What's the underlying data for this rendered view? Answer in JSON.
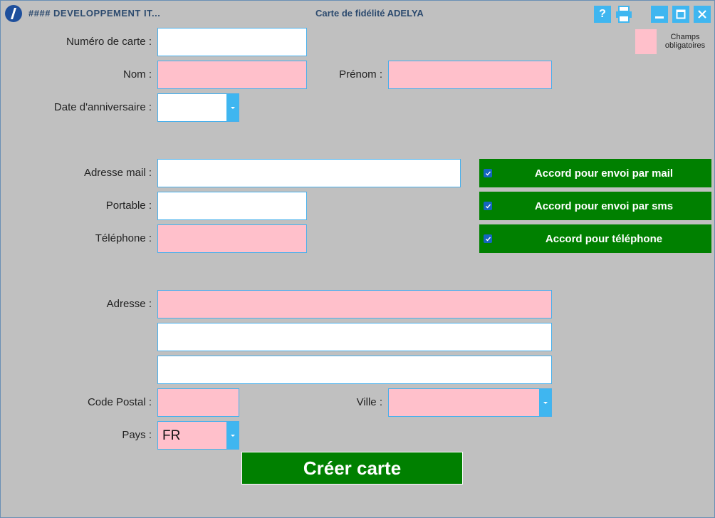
{
  "titlebar": {
    "app_name": "#### DEVELOPPEMENT IT...",
    "window_title": "Carte de fidélité ADELYA",
    "help_label": "?",
    "accent": "#3fb6f0"
  },
  "legend": {
    "text": "Champs obligatoires",
    "color": "#ffc0cb"
  },
  "form": {
    "card_number_label": "Numéro de carte :",
    "last_name_label": "Nom :",
    "first_name_label": "Prénom :",
    "birthday_label": "Date d'anniversaire :",
    "email_label": "Adresse mail :",
    "mobile_label": "Portable :",
    "phone_label": "Téléphone :",
    "address_label": "Adresse :",
    "postal_code_label": "Code Postal :",
    "city_label": "Ville :",
    "country_label": "Pays :",
    "country_value": "FR"
  },
  "consents": [
    {
      "label": "Accord pour envoi par mail",
      "checked": true
    },
    {
      "label": "Accord pour envoi par sms",
      "checked": true
    },
    {
      "label": "Accord pour téléphone",
      "checked": true
    }
  ],
  "actions": {
    "create_label": "Créer carte",
    "color": "#008000"
  }
}
